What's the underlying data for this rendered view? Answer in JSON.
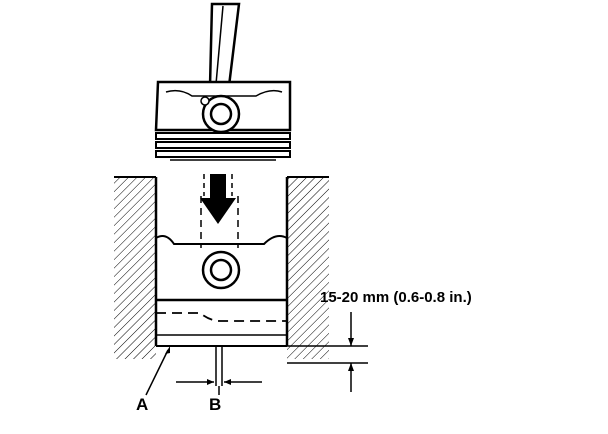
{
  "dimension": {
    "label": "15-20 mm (0.6-0.8 in.)"
  },
  "callouts": {
    "a": "A",
    "b": "B"
  },
  "colors": {
    "ink": "#000000",
    "paper": "#ffffff"
  }
}
